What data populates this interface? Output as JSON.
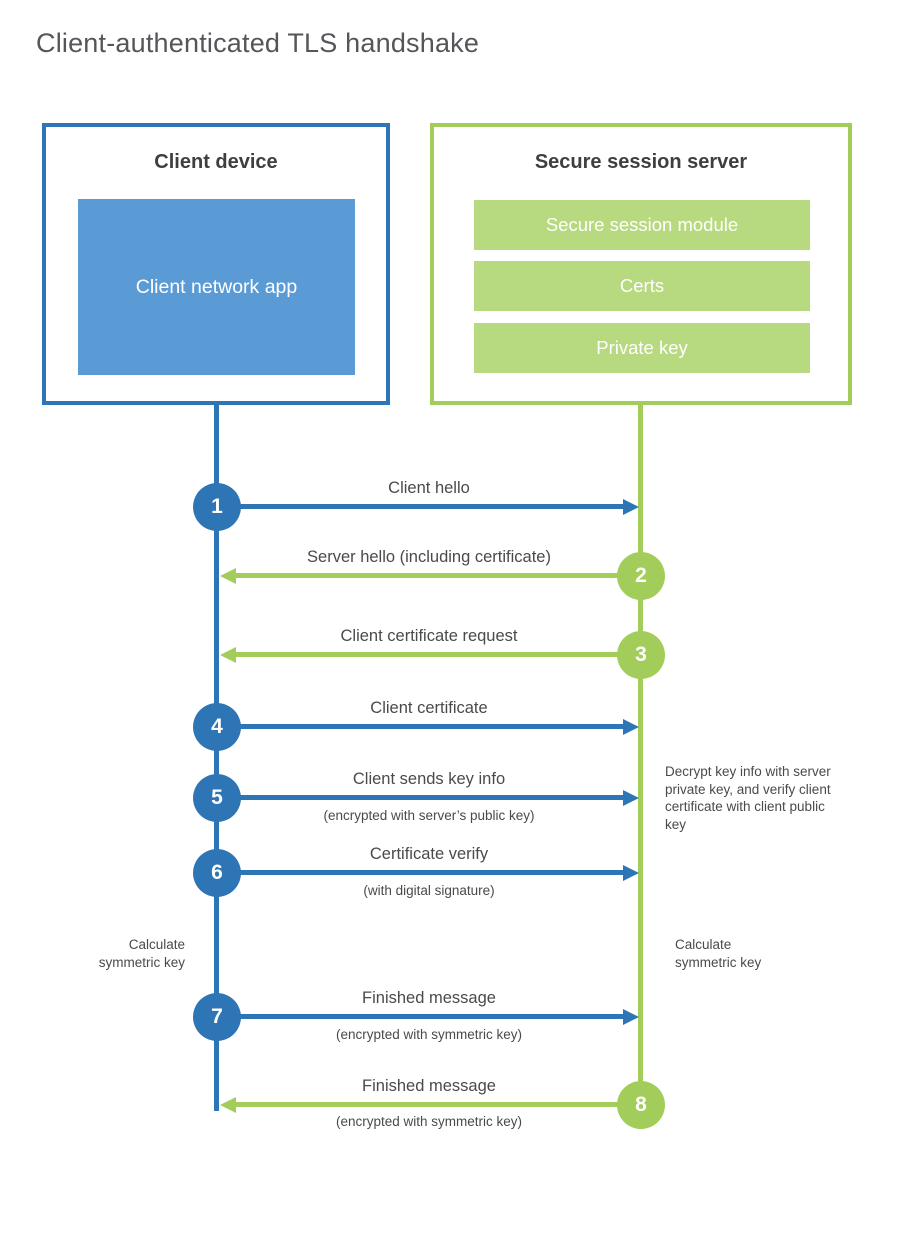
{
  "title": "Client-authenticated TLS handshake",
  "colors": {
    "blue": "#2E75B6",
    "blue_light": "#5B9BD5",
    "green": "#A2CD5A",
    "green_light": "#B7D980"
  },
  "client": {
    "heading": "Client device",
    "module": "Client network app"
  },
  "server": {
    "heading": "Secure session server",
    "modules": [
      "Secure session module",
      "Certs",
      "Private key"
    ]
  },
  "messages": [
    {
      "step": "1",
      "from": "client",
      "to": "server",
      "label": "Client hello",
      "sublabel": ""
    },
    {
      "step": "2",
      "from": "server",
      "to": "client",
      "label": "Server hello (including certificate)",
      "sublabel": ""
    },
    {
      "step": "3",
      "from": "server",
      "to": "client",
      "label": "Client certificate request",
      "sublabel": ""
    },
    {
      "step": "4",
      "from": "client",
      "to": "server",
      "label": "Client certificate",
      "sublabel": ""
    },
    {
      "step": "5",
      "from": "client",
      "to": "server",
      "label": "Client sends key info",
      "sublabel": "(encrypted with server’s public key)"
    },
    {
      "step": "6",
      "from": "client",
      "to": "server",
      "label": "Certificate verify",
      "sublabel": "(with digital signature)"
    },
    {
      "step": "7",
      "from": "client",
      "to": "server",
      "label": "Finished message",
      "sublabel": "(encrypted with symmetric key)"
    },
    {
      "step": "8",
      "from": "server",
      "to": "client",
      "label": "Finished message",
      "sublabel": "(encrypted with symmetric key)"
    }
  ],
  "notes": {
    "decrypt": "Decrypt key info with server private key, and verify client certificate with client public key",
    "calc_left": "Calculate symmetric key",
    "calc_right": "Calculate symmetric key"
  }
}
